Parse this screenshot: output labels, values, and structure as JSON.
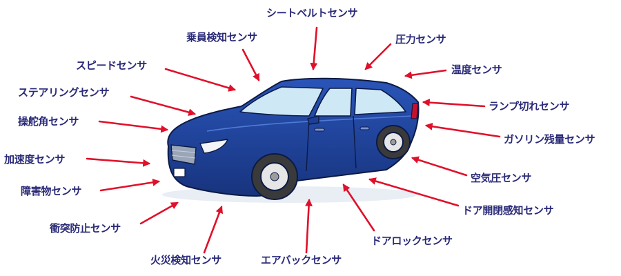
{
  "labels": {
    "seatbelt": "シートベルトセンサ",
    "passenger": "乗員検知センサ",
    "pressure": "圧力センサ",
    "speed": "スピードセンサ",
    "temperature": "温度センサ",
    "steering": "ステアリングセンサ",
    "lamp": "ランプ切れセンサ",
    "rudder": "操舵角センサ",
    "fuel": "ガソリン残量センサ",
    "acceleration": "加速度センサ",
    "airpressure": "空気圧センサ",
    "obstacle": "障害物センサ",
    "door_open": "ドア開閉感知センサ",
    "collision": "衝突防止センサ",
    "door_lock": "ドアロックセンサ",
    "fire": "火災検知センサ",
    "airbag": "エアバックセンサ"
  },
  "colors": {
    "label_text": "#2a2a78",
    "arrow": "#e0102a",
    "car_body": "#1e3f95",
    "car_outline": "#0c1a44",
    "window": "#cfe8f6",
    "tire": "#3a3a3a",
    "wheel": "#e6e6e6"
  }
}
